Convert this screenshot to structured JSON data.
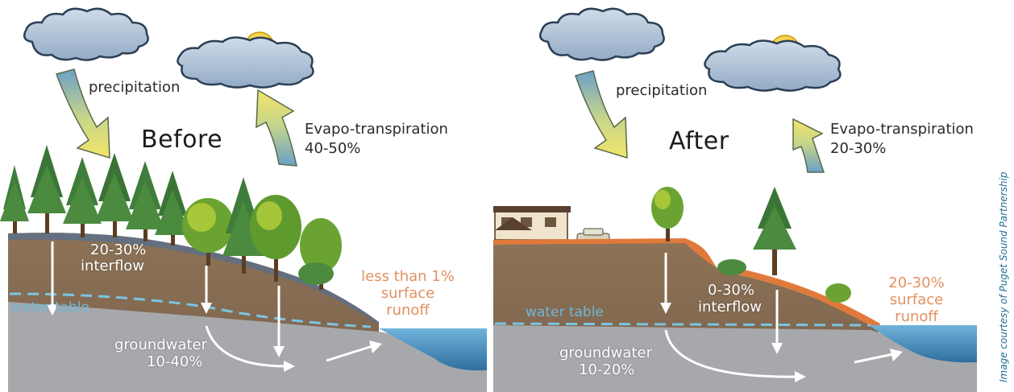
{
  "colors": {
    "sky": "#ffffff",
    "soil": "#8a7055",
    "groundwater": "#a3a5a9",
    "lake": "#5fa3cf",
    "water_table": "#7cc4e3",
    "runoff_label": "#e39060",
    "pavement_runoff": "#e07a3c",
    "trees": "#3f7d3a"
  },
  "before": {
    "title": "Before",
    "precipitation_label": "precipitation",
    "et_label": "Evapo-transpiration",
    "et_value": "40-50%",
    "interflow_value": "20-30%",
    "interflow_label": "interflow",
    "water_table_label": "water table",
    "runoff_line1": "less than 1%",
    "runoff_line2": "surface",
    "runoff_line3": "runoff",
    "groundwater_label": "groundwater",
    "groundwater_value": "10-40%"
  },
  "after": {
    "title": "After",
    "precipitation_label": "precipitation",
    "et_label": "Evapo-transpiration",
    "et_value": "20-30%",
    "interflow_value": "0-30%",
    "interflow_label": "interflow",
    "water_table_label": "water table",
    "runoff_line1": "20-30%",
    "runoff_line2": "surface",
    "runoff_line3": "runoff",
    "groundwater_label": "groundwater",
    "groundwater_value": "10-20%"
  },
  "credit": "Image courtesy of Puget Sound Partnership"
}
